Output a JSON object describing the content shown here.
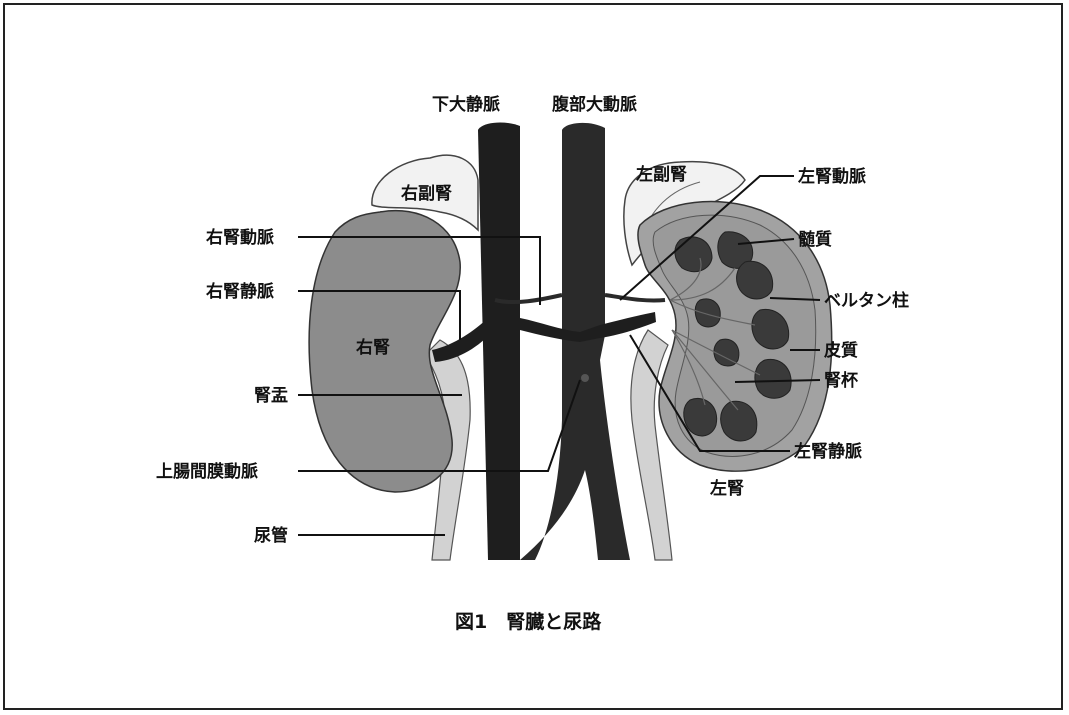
{
  "colors": {
    "vessel": "#1e1e1e",
    "kidney": "#8c8c8c",
    "ureter": "#d2d2d2",
    "adrenal": "#f2f2f2",
    "medulla": "#3a3a3a",
    "outline": "#333333"
  },
  "labels": {
    "ivc": "下大静脈",
    "aorta": "腹部大動脈",
    "right_adrenal": "右副腎",
    "left_adrenal": "左副腎",
    "right_renal_artery": "右腎動脈",
    "right_renal_vein": "右腎静脈",
    "right_kidney": "右腎",
    "renal_pelvis": "腎盂",
    "sma": "上腸間膜動脈",
    "ureter": "尿管",
    "left_renal_artery": "左腎動脈",
    "medulla": "髄質",
    "column_of_bertin": "ベルタン柱",
    "cortex": "皮質",
    "calyx": "腎杯",
    "left_renal_vein": "左腎静脈",
    "left_kidney": "左腎"
  },
  "caption": "図1　腎臓と尿路"
}
